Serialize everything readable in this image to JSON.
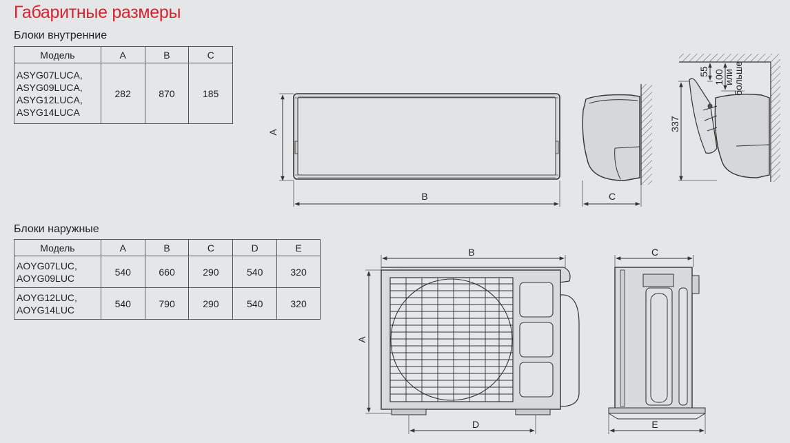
{
  "title": "Габаритные размеры",
  "indoor": {
    "heading": "Блоки внутренние",
    "headers": [
      "Модель",
      "A",
      "B",
      "C"
    ],
    "rows": [
      {
        "models": [
          "ASYG07LUCA,",
          "ASYG09LUCA,",
          "ASYG12LUCA,",
          "ASYG14LUCA"
        ],
        "values": [
          "282",
          "870",
          "185"
        ]
      }
    ]
  },
  "outdoor": {
    "heading": "Блоки наружные",
    "headers": [
      "Модель",
      "A",
      "B",
      "C",
      "D",
      "E"
    ],
    "rows": [
      {
        "models": [
          "AOYG07LUC,",
          "AOYG09LUC"
        ],
        "values": [
          "540",
          "660",
          "290",
          "540",
          "320"
        ]
      },
      {
        "models": [
          "AOYG12LUC,",
          "AOYG14LUC"
        ],
        "values": [
          "540",
          "790",
          "290",
          "540",
          "320"
        ]
      }
    ]
  },
  "diagram_labels": {
    "indoor_front_a": "A",
    "indoor_front_b": "B",
    "indoor_side_c": "C",
    "install_height": "337",
    "clearance_55": "55",
    "clearance_100": "100",
    "clearance_or": "или",
    "clearance_more": "больше",
    "outdoor_front_a": "A",
    "outdoor_front_b": "B",
    "outdoor_front_d": "D",
    "outdoor_side_c": "C",
    "outdoor_side_e": "E"
  }
}
